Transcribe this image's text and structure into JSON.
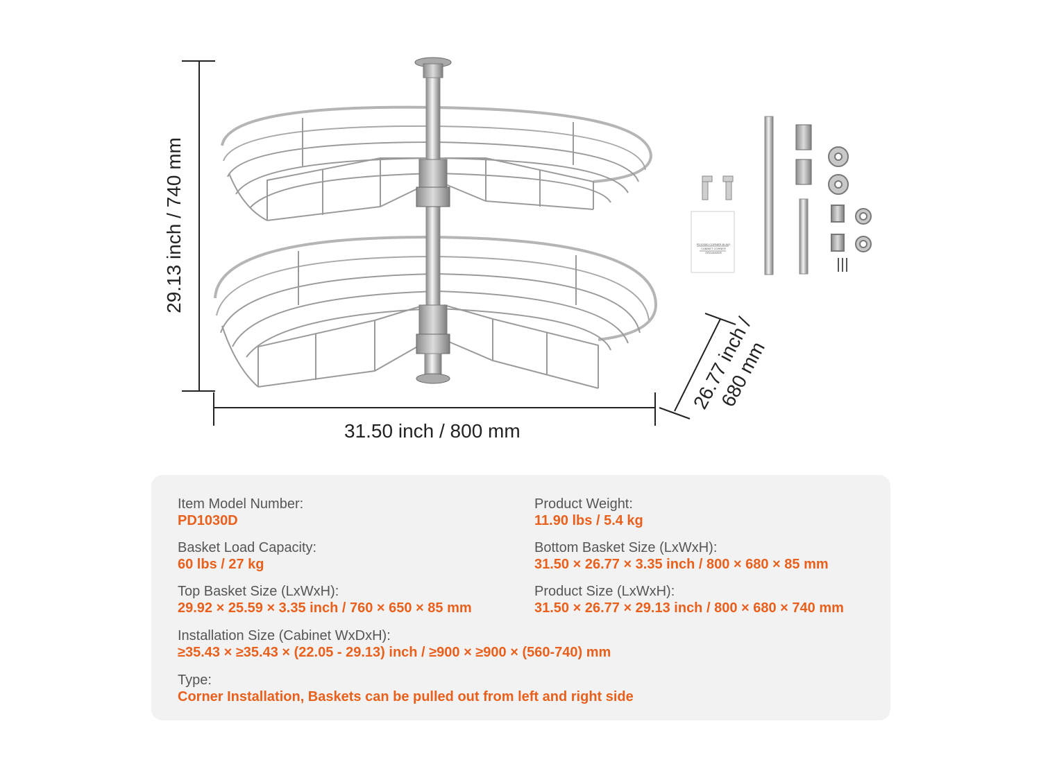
{
  "dimensions": {
    "width": "31.50 inch / 800 mm",
    "height": "29.13 inch / 740 mm",
    "depth_line1": "26.77 inch /",
    "depth_line2": "680 mm"
  },
  "manual_text": "PD1030D CORNER BLIND CABINET CORNER ORGANIZER",
  "specs": {
    "model": {
      "label": "Item Model Number:",
      "value": "PD1030D"
    },
    "weight": {
      "label": "Product Weight:",
      "value": "11.90 lbs / 5.4 kg"
    },
    "load": {
      "label": "Basket Load Capacity:",
      "value": "60 lbs / 27 kg"
    },
    "bottom": {
      "label": "Bottom Basket Size (LxWxH):",
      "value": "31.50 × 26.77 × 3.35 inch / 800 × 680 × 85 mm"
    },
    "top": {
      "label": "Top Basket Size (LxWxH):",
      "value": "29.92 × 25.59 × 3.35 inch / 760 × 650 × 85 mm"
    },
    "size": {
      "label": "Product Size (LxWxH):",
      "value": "31.50 × 26.77 × 29.13 inch / 800 × 680 × 740 mm"
    },
    "install": {
      "label": "Installation Size (Cabinet WxDxH):",
      "value": "≥35.43 × ≥35.43 × (22.05 - 29.13) inch / ≥900 × ≥900 × (560-740) mm"
    },
    "type": {
      "label": "Type:",
      "value": "Corner Installation, Baskets can be pulled out from left and right side"
    }
  },
  "colors": {
    "accent": "#e8601c",
    "panel": "#f2f2f2",
    "chrome": "#c8c8c8"
  }
}
